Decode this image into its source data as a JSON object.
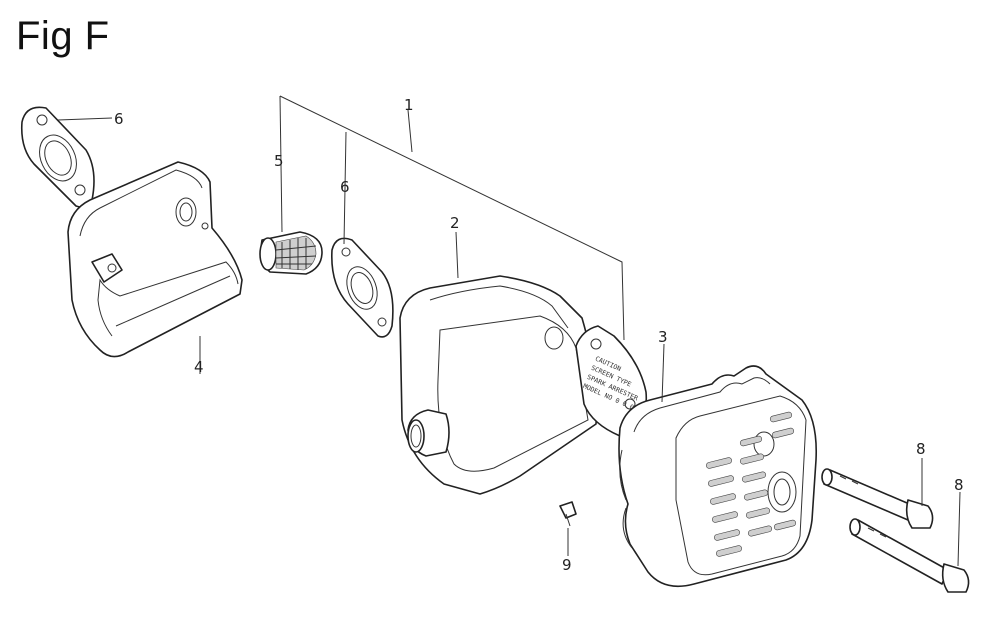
{
  "figure": {
    "title": "Fig F",
    "callouts": {
      "c1": "1",
      "c2": "2",
      "c3": "3",
      "c4": "4",
      "c5": "5",
      "c6a": "6",
      "c6b": "6",
      "c8a": "8",
      "c8b": "8",
      "c9": "9"
    },
    "nameplate_lines": [
      "CAUTION",
      "SCREEN TYPE",
      "SPARK ARRESTER",
      "MODEL NO 0 0 0"
    ]
  }
}
